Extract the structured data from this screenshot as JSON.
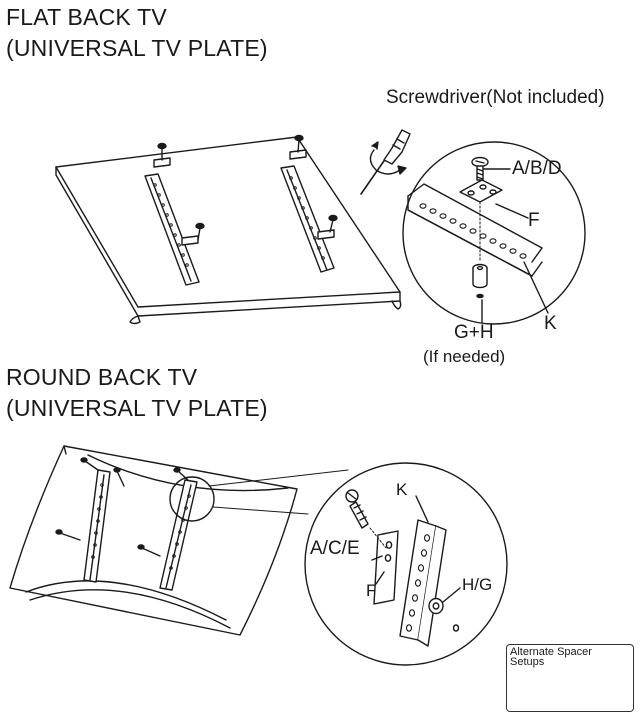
{
  "flat_back": {
    "title_line1": "FLAT BACK TV",
    "title_line2": "(UNIVERSAL TV PLATE)",
    "tool_note": "Screwdriver(Not included)",
    "callouts": {
      "screw": "A/B/D",
      "washer": "F",
      "spacer": "G+H",
      "spacer_note": "(If needed)",
      "bracket": "K"
    }
  },
  "round_back": {
    "title_line1": "ROUND BACK TV",
    "title_line2": "(UNIVERSAL TV PLATE)",
    "callouts": {
      "bracket": "K",
      "screw": "A/C/E",
      "washer": "F",
      "spacer": "H/G"
    }
  },
  "alternate_spacers": {
    "title": "Alternate Spacer Setups"
  },
  "colors": {
    "ink": "#1a1a1a",
    "paper": "#ffffff"
  },
  "icons": [
    "screwdriver-icon",
    "rotate-arrow-icon",
    "screw-icon",
    "spacer-icon"
  ]
}
